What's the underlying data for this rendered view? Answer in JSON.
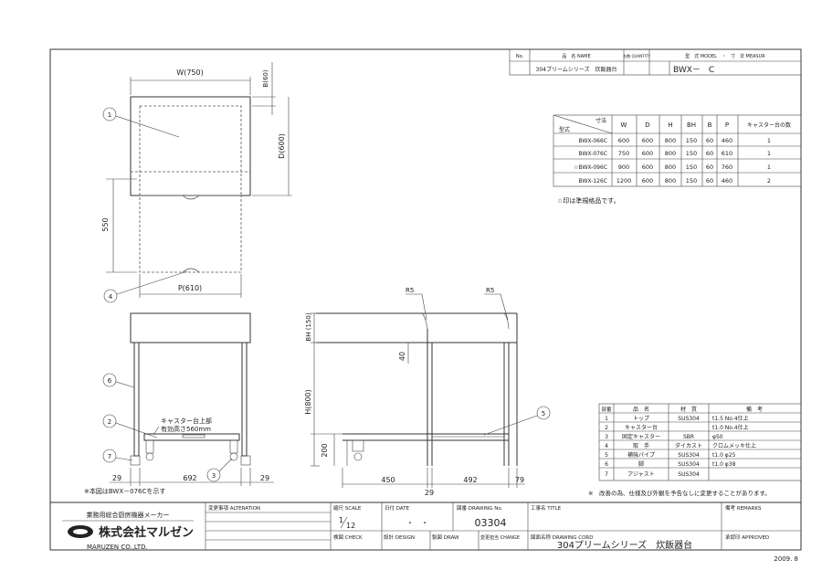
{
  "header_table": {
    "col_no": "No.",
    "col_name": "品　名 NAME",
    "col_qty": "台数 QUANTITY",
    "col_model": "型　式 MODEL　・　寸　法 MEASUR",
    "product_name": "304プリームシリーズ　炊飯器台",
    "model": "BWX－　C"
  },
  "spec_table": {
    "corner_top": "寸法",
    "corner_bottom": "型式",
    "headers": [
      "W",
      "D",
      "H",
      "BH",
      "B",
      "P",
      "キャスター台の数"
    ],
    "rows": [
      [
        "BWX-066C",
        "600",
        "600",
        "800",
        "150",
        "60",
        "460",
        "1"
      ],
      [
        "BWX-076C",
        "750",
        "600",
        "800",
        "150",
        "60",
        "610",
        "1"
      ],
      [
        "☆BWX-096C",
        "900",
        "600",
        "800",
        "150",
        "60",
        "760",
        "1"
      ],
      [
        "BWX-126C",
        "1200",
        "600",
        "800",
        "150",
        "60",
        "460",
        "2"
      ]
    ],
    "note": "☆印は準規格品です。"
  },
  "dimensions": {
    "w": "W(750)",
    "b": "B(60)",
    "d": "D(600)",
    "d550": "550",
    "p": "P(610)",
    "bh": "BH\n(150)",
    "h": "H(800)",
    "d40": "40",
    "d200": "200",
    "d29a": "29",
    "d692": "692",
    "d29b": "29",
    "d450": "450",
    "d29c": "29",
    "d492": "492",
    "d79": "79",
    "r5a": "R5",
    "r5b": "R5"
  },
  "callouts": [
    "1",
    "4",
    "6",
    "2",
    "7",
    "3",
    "5"
  ],
  "caster_note_1": "キャスター台上部",
  "caster_note_2": "有効高さ560mm",
  "front_note": "※本図はBWX－076Cを示す",
  "parts_table": {
    "headers": [
      "部番",
      "品　名",
      "材　質",
      "備　考"
    ],
    "rows": [
      [
        "1",
        "トップ",
        "SUS304",
        "t1.5 No.4仕上"
      ],
      [
        "2",
        "キャスター台",
        "",
        "t1.0 No.4仕上"
      ],
      [
        "3",
        "固定キャスター",
        "SBR",
        "φ50"
      ],
      [
        "4",
        "取　手",
        "ダイカスト",
        "クロムメッキ仕上"
      ],
      [
        "5",
        "補強パイプ",
        "SUS304",
        "t1.0 φ25"
      ],
      [
        "6",
        "脚",
        "SUS304",
        "t1.0 φ38"
      ],
      [
        "7",
        "アジャスト",
        "SUS304",
        ""
      ]
    ],
    "note": "※　改善の為、仕様及び外観を予告なしに変更することがあります。"
  },
  "title_block": {
    "maker": "業務用総合厨房機器メーカー",
    "company": "株式会社マルゼン",
    "company_en": "MARUZEN CO.,LTD.",
    "alteration": "変更事項 ALTERATION",
    "scale_label": "縮尺 SCALE",
    "scale_num": "1",
    "scale_den": "12",
    "date_label": "日付 DATE",
    "date_value": "・　・",
    "drawing_no_label": "図番 DRAWING No.",
    "drawing_no": "03304",
    "title_label": "工事名 TITLE",
    "remarks_label": "備考 REMARKS",
    "check_label": "検図 CHECK",
    "design_label": "設計 DESIGN",
    "draw_label": "製図 DRAW",
    "change_label": "変更担当 CHANGE",
    "drawing_code_label": "図面名称 DRAWING CORD",
    "drawing_name": "304プリームシリーズ　炊飯器台",
    "approved_label": "承認印 APPROVED",
    "year": "2009. 8"
  }
}
